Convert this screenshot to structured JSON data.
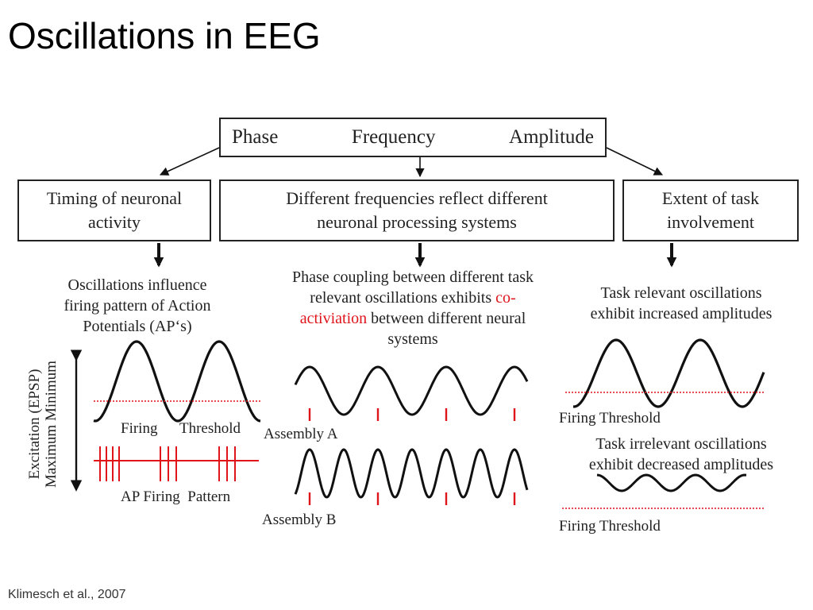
{
  "title": "Oscillations in EEG",
  "credit": "Klimesch et al., 2007",
  "top_box": {
    "phase": "Phase",
    "frequency": "Frequency",
    "amplitude": "Amplitude"
  },
  "boxes": {
    "timing": [
      "Timing of neuronal",
      "activity"
    ],
    "frequencies": [
      "Different frequencies reflect different",
      "neuronal processing systems"
    ],
    "extent": [
      "Extent of task",
      "involvement"
    ]
  },
  "left": {
    "caption": [
      "Oscillations influence",
      "firing pattern of Action",
      "Potentials (AP‘s)"
    ],
    "axis_label": [
      "Excitation (EPSP)",
      "Maximum Minimum"
    ],
    "firing_label_1": "Firing",
    "firing_label_2": "Threshold",
    "ap_label": "AP Firing  Pattern"
  },
  "middle": {
    "caption_line1": "Phase coupling between different task",
    "caption_line2_plain": "relevant oscillations exhibits ",
    "caption_line2_red": "co-",
    "caption_line3_red": "activiation",
    "caption_line3_plain": " between different neural",
    "caption_line4": "systems",
    "assembly_a": "Assembly A",
    "assembly_b": "Assembly B"
  },
  "right": {
    "caption_relevant": [
      "Task relevant oscillations",
      "exhibit increased amplitudes"
    ],
    "threshold_1": "Firing Threshold",
    "caption_irrelevant": [
      "Task irrelevant oscillations",
      "exhibit decreased amplitudes"
    ],
    "threshold_2": "Firing Threshold"
  },
  "colors": {
    "accent_red": "#e0141b",
    "line": "#111111"
  }
}
